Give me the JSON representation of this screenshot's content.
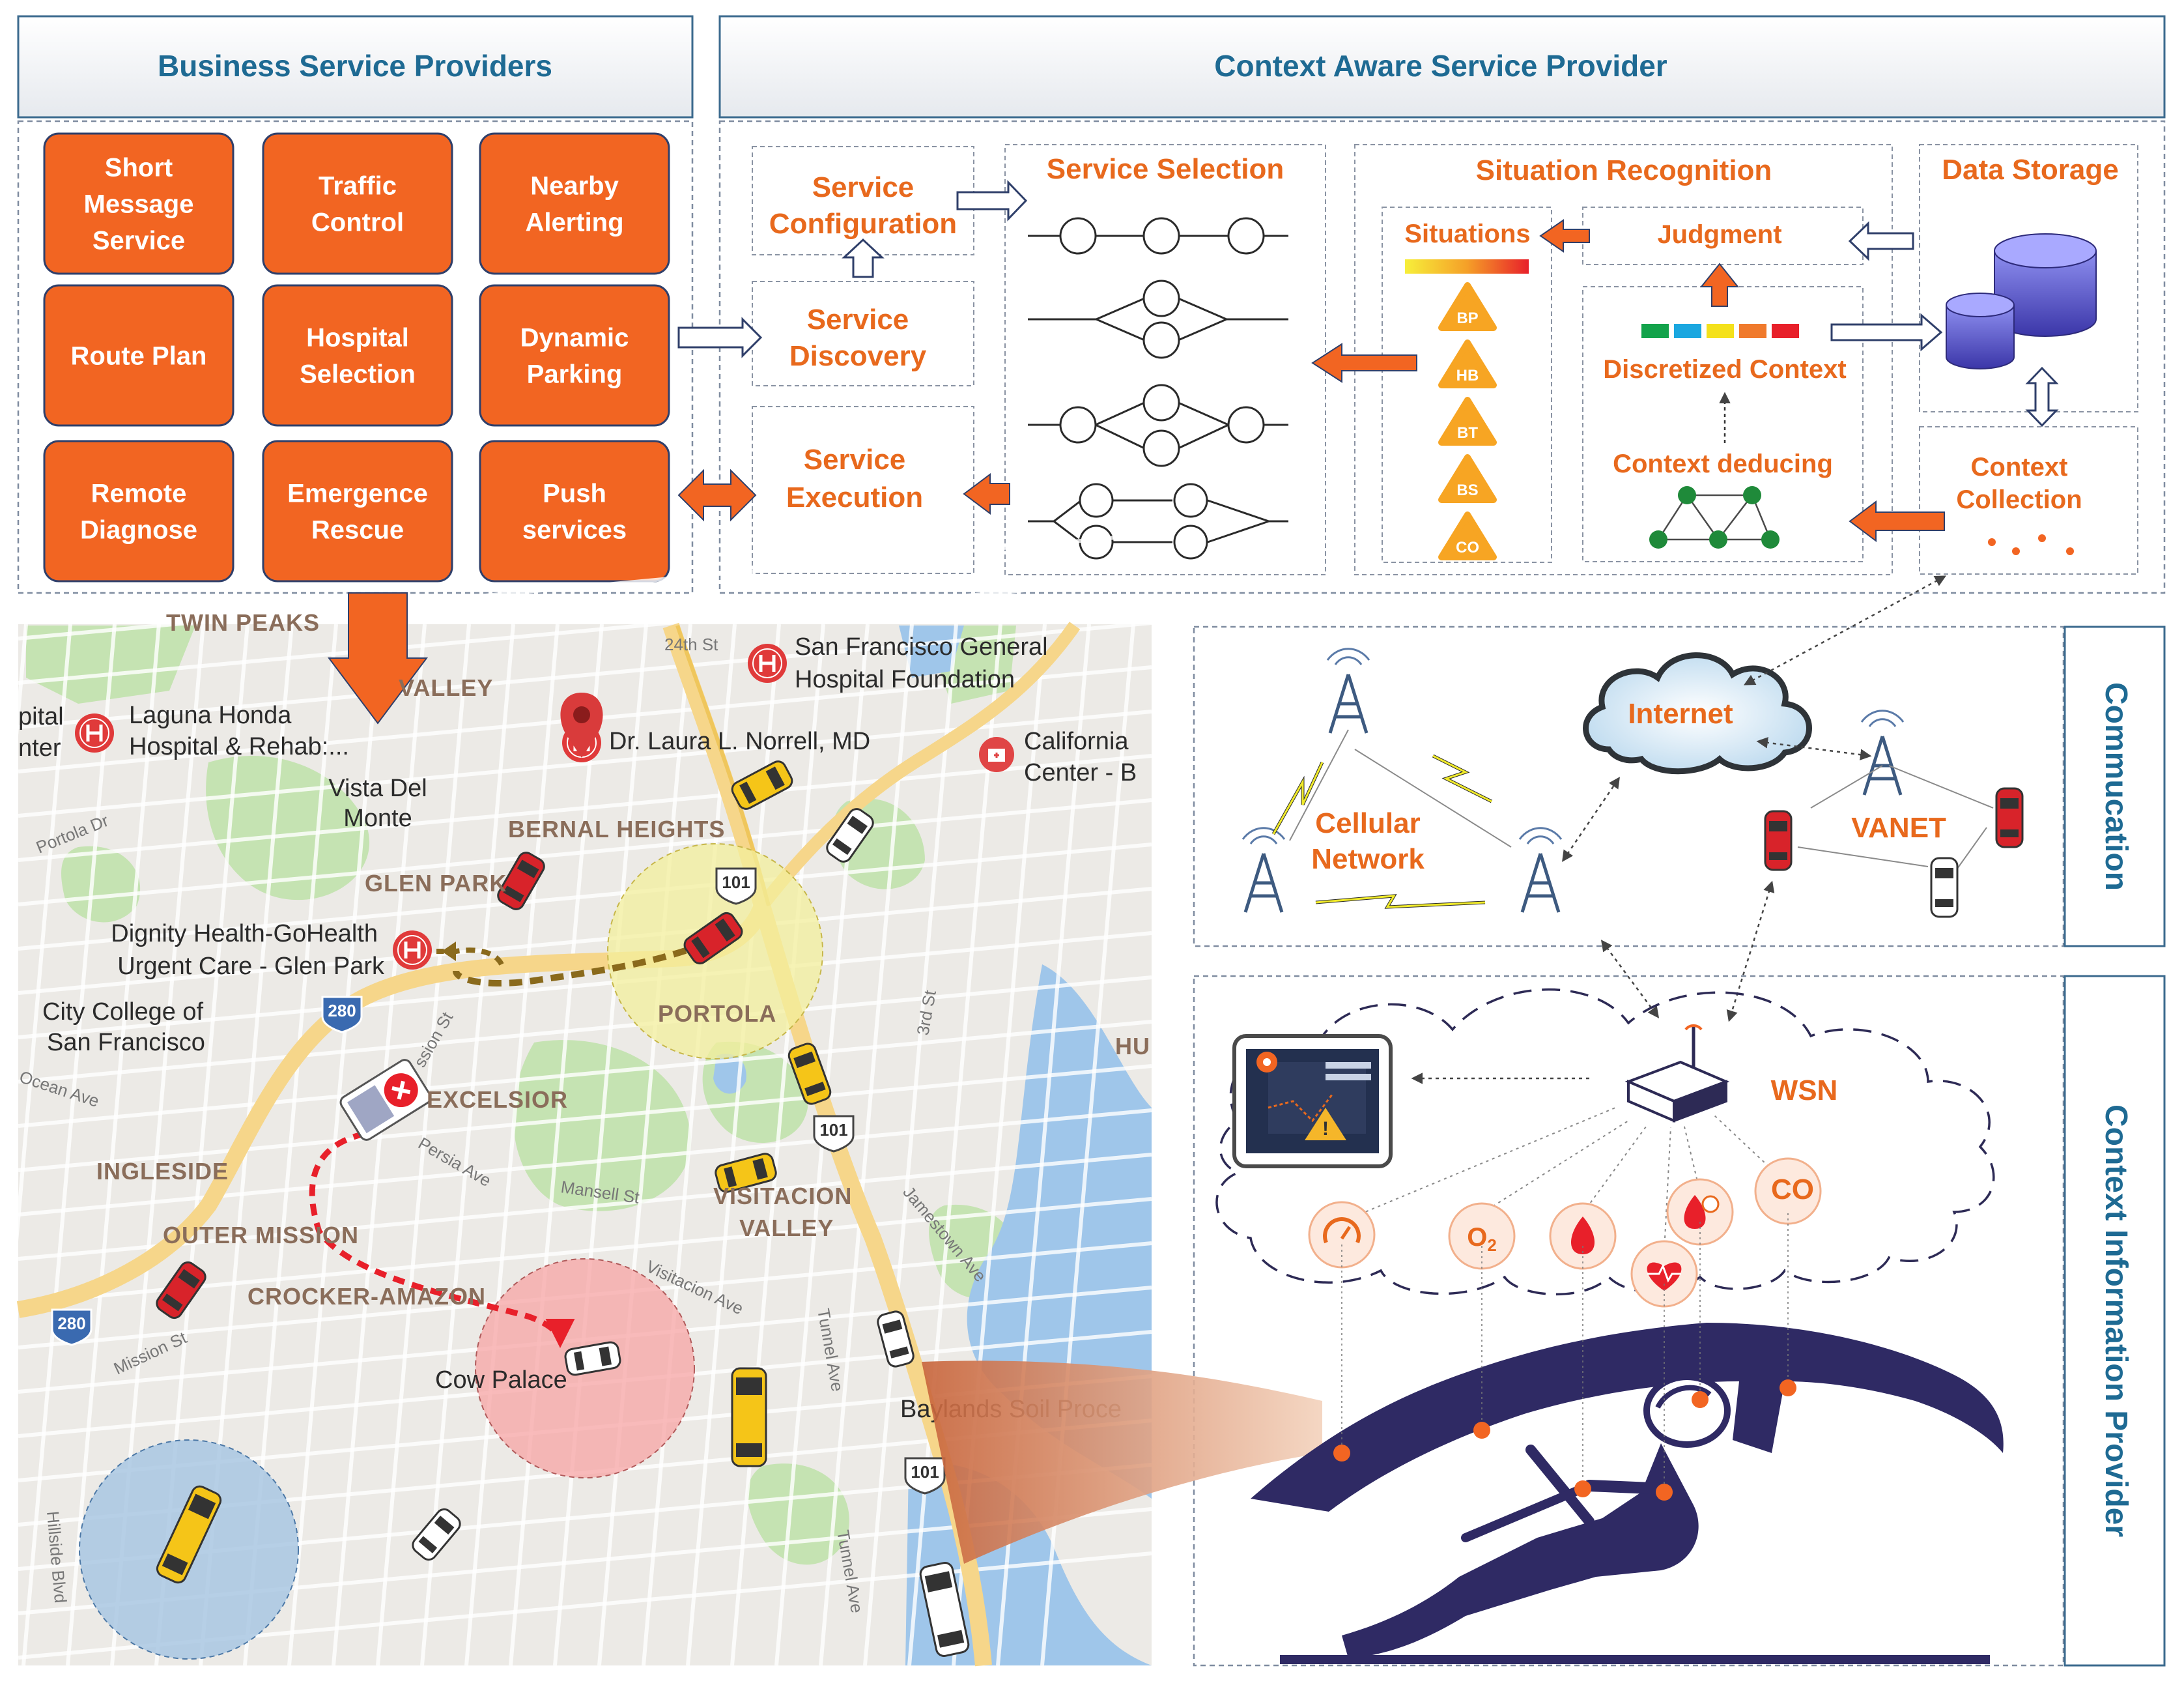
{
  "business_panel": {
    "title": "Business Service Providers",
    "services": [
      [
        "Short",
        "Message",
        "Service"
      ],
      [
        "Traffic",
        "Control"
      ],
      [
        "Nearby",
        "Alerting"
      ],
      [
        "Route Plan"
      ],
      [
        "Hospital",
        "Selection"
      ],
      [
        "Dynamic",
        "Parking"
      ],
      [
        "Remote",
        "Diagnose"
      ],
      [
        "Emergence",
        "Rescue"
      ],
      [
        "Push",
        "services"
      ]
    ]
  },
  "context_panel": {
    "title": "Context Aware Service Provider",
    "service_configuration": [
      "Service",
      "Configuration"
    ],
    "service_discovery": [
      "Service",
      "Discovery"
    ],
    "service_execution": [
      "Service",
      "Execution"
    ],
    "service_selection": "Service Selection",
    "situation_recognition": "Situation Recognition",
    "situations": "Situations",
    "situation_badges": [
      "BP",
      "HB",
      "BT",
      "BS",
      "CO"
    ],
    "judgment": "Judgment",
    "discretized_context": "Discretized Context",
    "context_deducing": "Context deducing",
    "data_storage": "Data Storage",
    "context_collection": [
      "Context",
      "Collection"
    ],
    "discretized_colors": [
      "#13a34b",
      "#1ba7e0",
      "#f4e11b",
      "#f07a2c",
      "#e8202a"
    ]
  },
  "map": {
    "labels": {
      "laguna": [
        "Laguna Honda",
        "Hospital & Rehab:..."
      ],
      "lital": [
        "pital",
        "nter"
      ],
      "sfgeneral": [
        "San Francisco General",
        "Hospital Foundation"
      ],
      "norrell": "Dr. Laura L. Norrell, MD",
      "california": [
        "California",
        "Center - B"
      ],
      "vista": [
        "Vista Del",
        "Monte"
      ],
      "bernal": "BERNAL HEIGHTS",
      "glenpark": "GLEN PARK",
      "dignity": [
        "Dignity Health-GoHealth",
        "Urgent Care - Glen Park"
      ],
      "citycollege": [
        "City College of",
        "San Francisco"
      ],
      "portola": "PORTOLA",
      "excelsior": "EXCELSIOR",
      "ingleside": "INGLESIDE",
      "outermission": "OUTER MISSION",
      "crocker": "CROCKER-AMAZON",
      "visitacion": [
        "VISITACION",
        "VALLEY"
      ],
      "cowpalace": "Cow Palace",
      "baylands": "Baylands Soil Proce",
      "valley": "VALLEY",
      "hu": "HU",
      "twinpeaks": "TWIN PEAKS",
      "portoladr": "Portola Dr",
      "oceanave": "Ocean Ave",
      "missionst": "Mission St",
      "missionst2": "ssion St",
      "persia": "Persia Ave",
      "mansell": "Mansell St",
      "visitacionave": "Visitacion Ave",
      "jamestown": "Jamestown Ave",
      "tunnel": "Tunnel Ave",
      "tunnel2": "Tunnel Ave",
      "hillside": "Hillside Blvd",
      "third": "3rd St",
      "st24": "24th St",
      "hwy101": "101",
      "hwy280": "280"
    }
  },
  "network": {
    "vertical_title": "Commucation",
    "internet": "Internet",
    "cellular": [
      "Cellular",
      "Network"
    ],
    "vanet": "VANET"
  },
  "sensor": {
    "vertical_title": "Context Information Provider",
    "wsn": "WSN",
    "o2": "O",
    "o2_sub": "2",
    "co": "CO"
  },
  "colors": {
    "orange": "#f26522",
    "title_blue": "#1e6a93",
    "navy": "#2f2a64"
  }
}
